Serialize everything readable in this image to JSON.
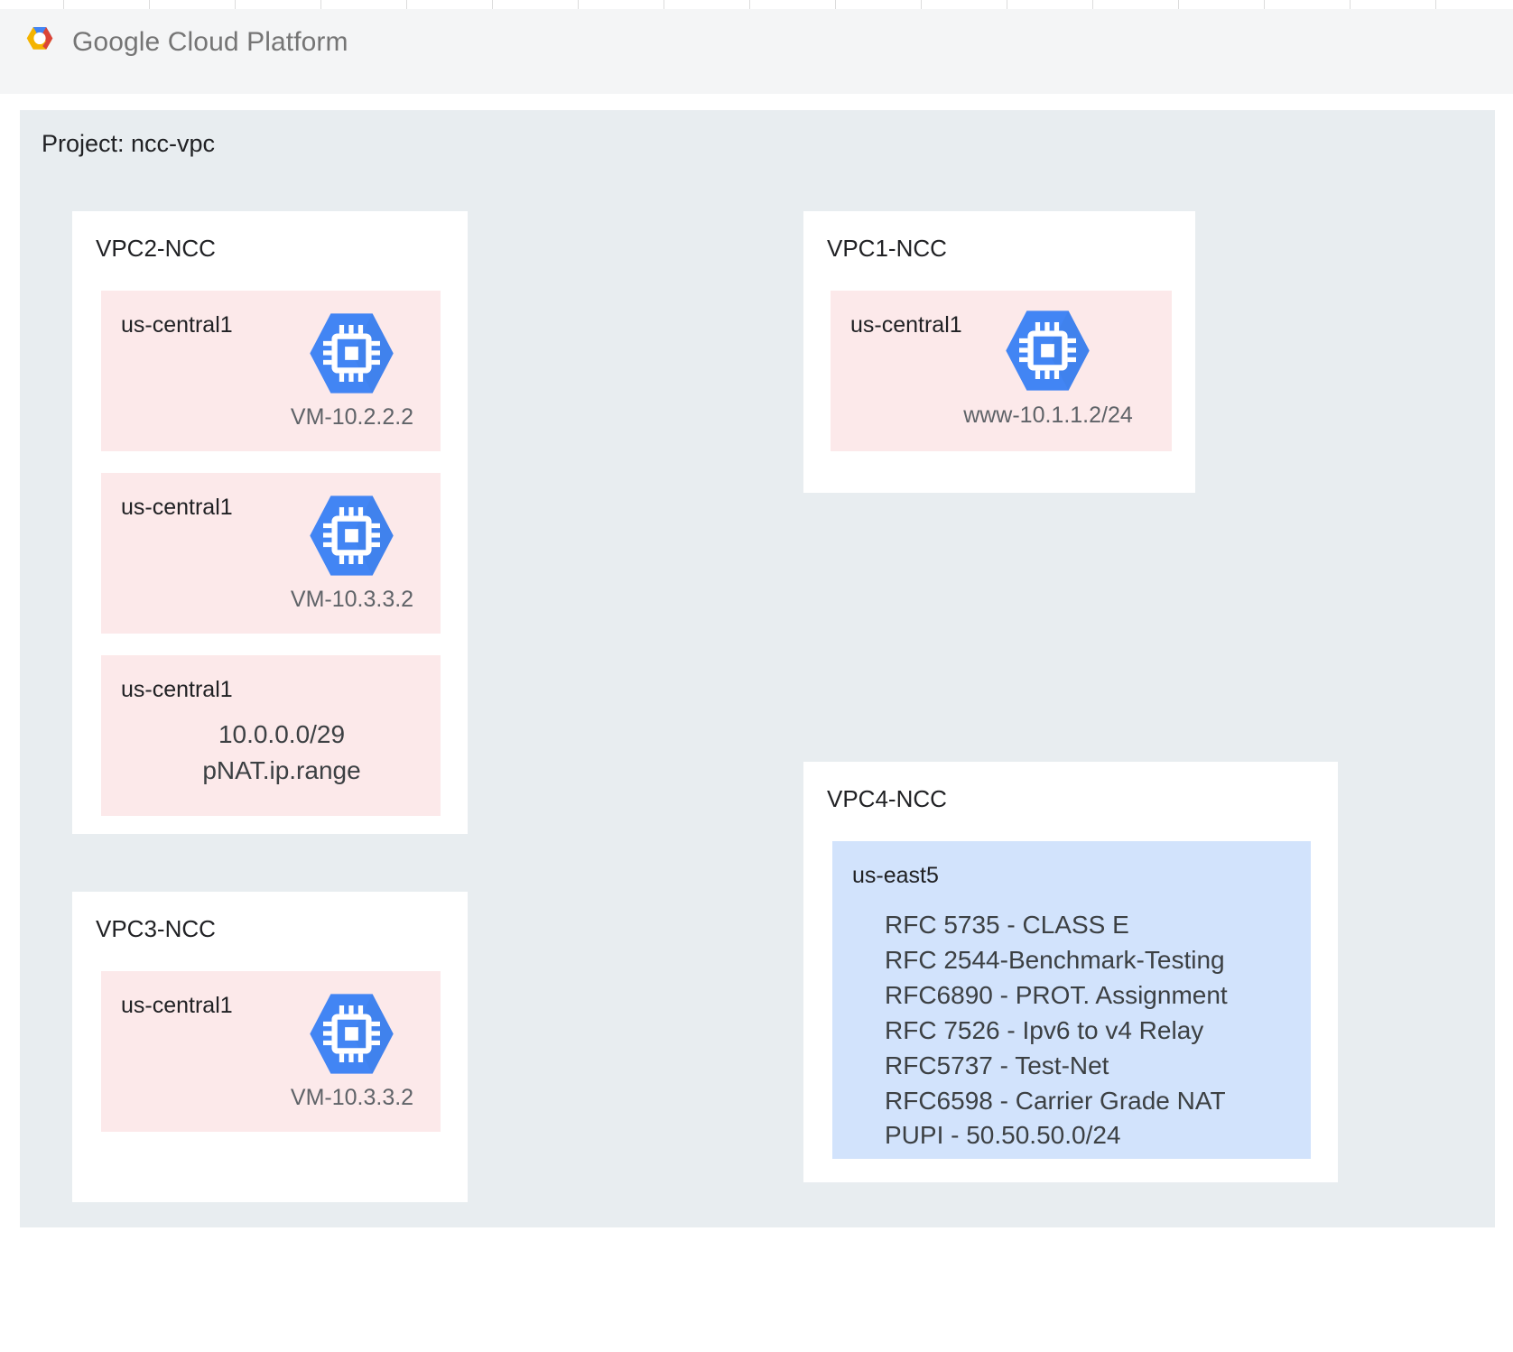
{
  "topbar": {
    "logo_icon": "google-cloud-platform-logo-icon",
    "brand_bold": "Google",
    "brand_rest": " Cloud Platform",
    "gridline_count": 14
  },
  "project": {
    "label": "Project: ncc-vpc"
  },
  "vpcs": [
    {
      "id": "vpc2",
      "title": "VPC2-NCC",
      "blocks": [
        {
          "id": "vpc2-subnet-1",
          "zone": "us-central1",
          "kind": "vm",
          "icon": "compute-vm-icon",
          "vm_label": "VM-10.2.2.2"
        },
        {
          "id": "vpc2-subnet-2",
          "zone": "us-central1",
          "kind": "vm",
          "icon": "compute-vm-icon",
          "vm_label": "VM-10.3.3.2"
        },
        {
          "id": "vpc2-subnet-3",
          "zone": "us-central1",
          "kind": "text",
          "lines": "10.0.0.0/29\npNAT.ip.range"
        }
      ]
    },
    {
      "id": "vpc1",
      "title": "VPC1-NCC",
      "blocks": [
        {
          "id": "vpc1-subnet-1",
          "zone": "us-central1",
          "kind": "vm",
          "icon": "compute-vm-icon",
          "vm_label": "www-10.1.1.2/24"
        }
      ]
    },
    {
      "id": "vpc3",
      "title": "VPC3-NCC",
      "blocks": [
        {
          "id": "vpc3-subnet-1",
          "zone": "us-central1",
          "kind": "vm",
          "icon": "compute-vm-icon",
          "vm_label": "VM-10.3.3.2"
        }
      ]
    },
    {
      "id": "vpc4",
      "title": "VPC4-NCC",
      "blocks": [
        {
          "id": "vpc4-subnet-1",
          "zone": "us-east5",
          "kind": "rfc-list",
          "lines": "RFC 5735 - CLASS E\nRFC 2544-Benchmark-Testing\nRFC6890 - PROT. Assignment\nRFC 7526 - Ipv6 to v4 Relay\nRFC5737 - Test-Net\nRFC6598 - Carrier Grade NAT\nPUPI - 50.50.50.0/24"
        }
      ]
    }
  ],
  "colors": {
    "topbar_bg": "#f4f5f6",
    "panel_bg": "#e8edf0",
    "card_bg": "#ffffff",
    "subnet_pink": "#fce9ea",
    "subnet_blue": "#d2e3fc",
    "vm_hex_blue": "#4285f4",
    "vm_hex_shadow": "#3b78e7",
    "text_dark": "#202124",
    "text_gray": "#5f6368",
    "logo_blue": "#4285f4",
    "logo_red": "#db4437",
    "logo_yellow": "#f4b400",
    "logo_text_gray": "#757575"
  }
}
